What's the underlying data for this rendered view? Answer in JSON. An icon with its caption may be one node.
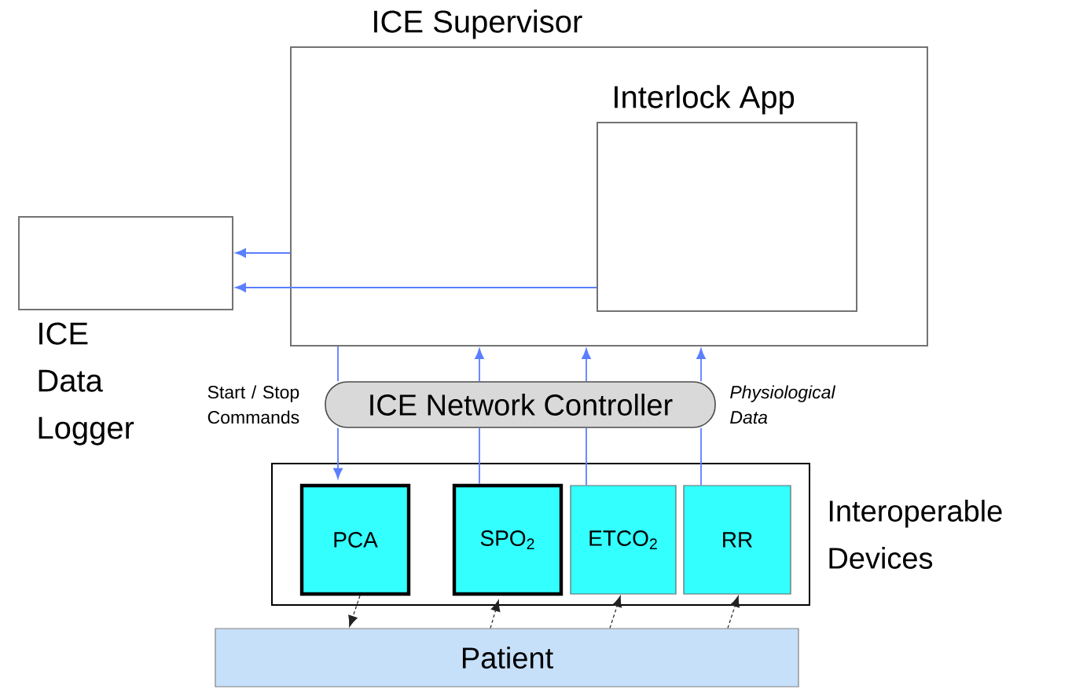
{
  "diagram": {
    "nodes": [
      {
        "text": [
          "ICE Supervisor"
        ]
      },
      {
        "text": [
          "Interlock App"
        ],
        "in": 0
      },
      {
        "text": [
          "ICE Data Logger"
        ]
      },
      {
        "text": [
          "ICE Network Controller"
        ],
        "beside": [
          "Start / Stop Commands",
          "Physiological Data"
        ]
      },
      {
        "text": [
          "Interoperable Devices"
        ]
      },
      {
        "text": [
          "PCA"
        ],
        "in": 4
      },
      {
        "text": [
          "SPO$_{2}$"
        ],
        "in": 4
      },
      {
        "text": [
          "ETCO$_{2}$"
        ],
        "in": 4
      },
      {
        "text": [
          "RR"
        ],
        "in": 4
      },
      {
        "text": [
          "Patient"
        ]
      }
    ],
    "edges": [
      {
        "from": 0,
        "to": 2,
        "arrow": "to"
      },
      {
        "from": 1,
        "to": 2,
        "arrow": "to"
      },
      {
        "from": 0,
        "to": 3,
        "arrow": "none"
      },
      {
        "from": 3,
        "to": 5,
        "arrow": "to"
      },
      {
        "from": 6,
        "to": 3,
        "arrow": "none"
      },
      {
        "from": 3,
        "to": 0,
        "arrow": "to"
      },
      {
        "from": 7,
        "to": 3,
        "arrow": "none"
      },
      {
        "from": 3,
        "to": 0,
        "arrow": "to"
      },
      {
        "from": 8,
        "to": 3,
        "arrow": "none"
      },
      {
        "from": 3,
        "to": 0,
        "arrow": "to"
      },
      {
        "from": 5,
        "to": 9,
        "arrow": "to",
        "style": "dashed",
        "color": "#222222"
      },
      {
        "from": 9,
        "to": 6,
        "arrow": "to",
        "style": "dashed",
        "color": "#222222"
      },
      {
        "from": 9,
        "to": 7,
        "arrow": "to",
        "style": "dashed",
        "color": "#222222"
      },
      {
        "from": 9,
        "to": 8,
        "arrow": "to",
        "style": "dashed",
        "color": "#222222"
      }
    ]
  }
}
